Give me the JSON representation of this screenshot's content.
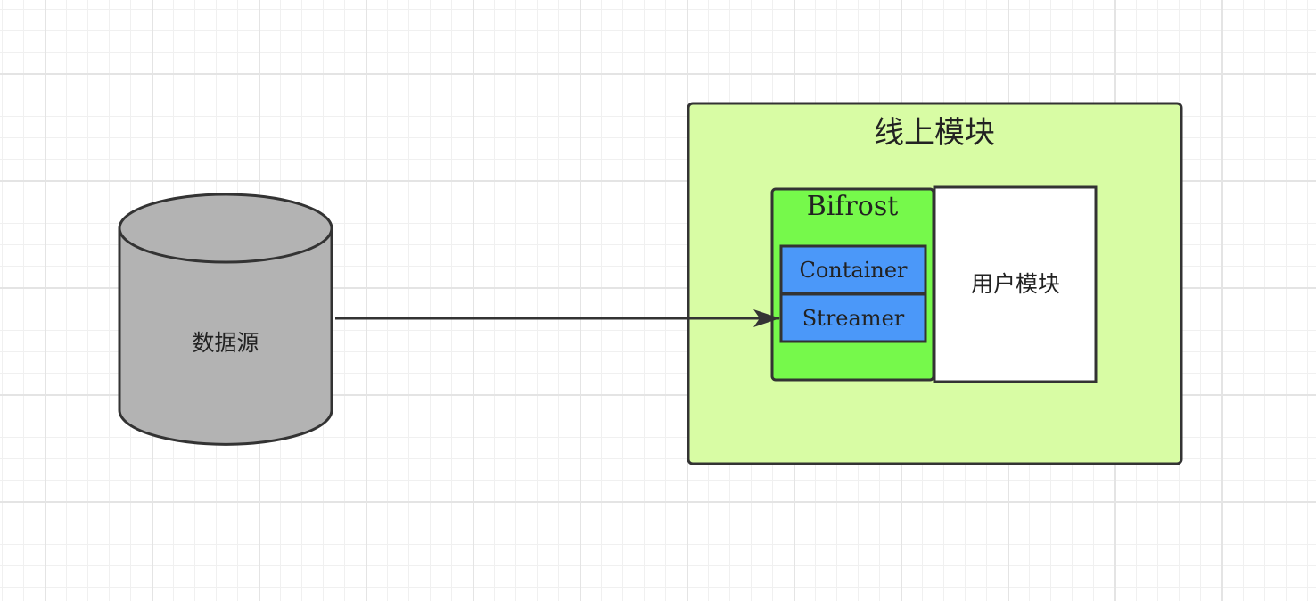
{
  "diagram": {
    "data_source": {
      "label": "数据源"
    },
    "online_module": {
      "label": "线上模块"
    },
    "bifrost": {
      "label": "Bifrost"
    },
    "container": {
      "label": "Container"
    },
    "streamer": {
      "label": "Streamer"
    },
    "user_module": {
      "label": "用户模块"
    }
  },
  "colors": {
    "cylinder_fill": "#b3b3b3",
    "online_module_fill": "#d8fca4",
    "bifrost_fill": "#76f94b",
    "component_fill": "#4b98f9",
    "user_module_fill": "#ffffff",
    "stroke": "#333333"
  }
}
